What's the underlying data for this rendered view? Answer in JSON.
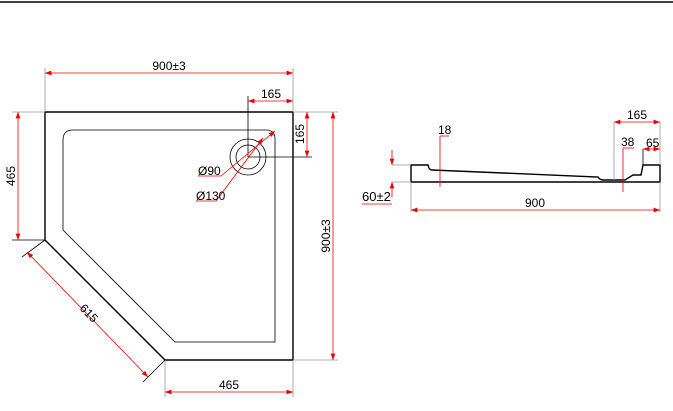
{
  "plan_view": {
    "width_top": "900±3",
    "drain_offset_x": "165",
    "drain_offset_y": "165",
    "depth_right": "900±3",
    "left_side": "465",
    "bottom_side": "465",
    "diagonal_side": "615",
    "drain_inner_dia": "Ø90",
    "drain_outer_dia": "Ø130"
  },
  "side_view": {
    "length": "900",
    "height": "60±2",
    "rim_depth": "18",
    "drain_offset": "165",
    "drain_depth": "38",
    "drain_edge": "65"
  },
  "colors": {
    "dimension": "#e00000",
    "outline": "#000000"
  }
}
